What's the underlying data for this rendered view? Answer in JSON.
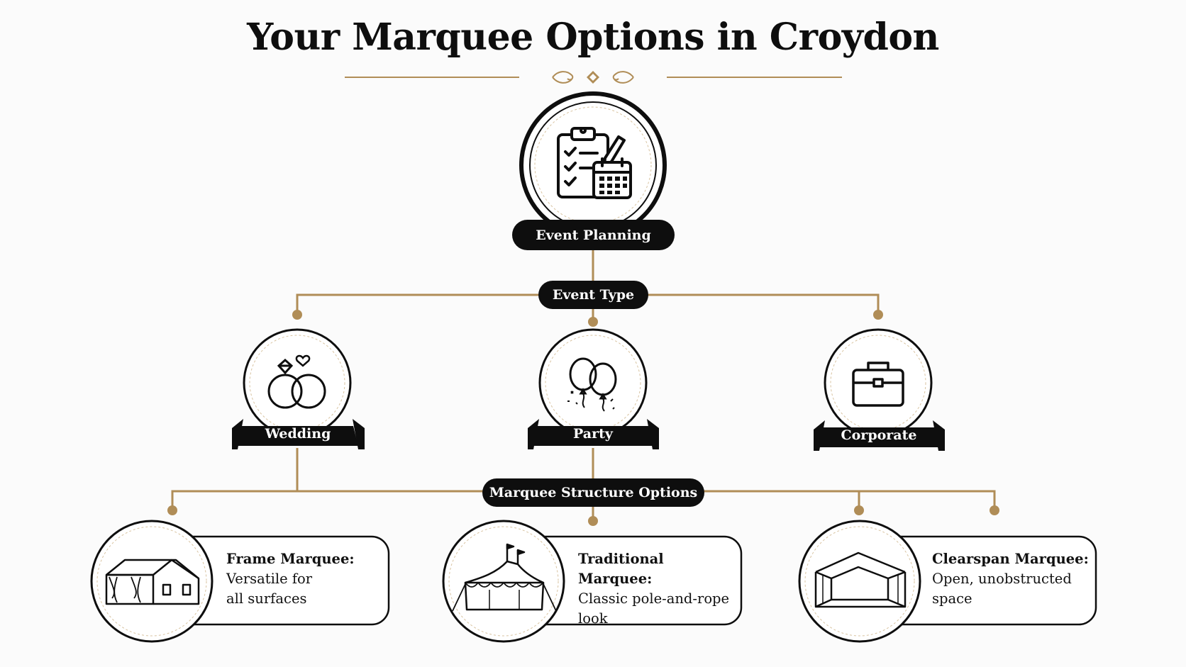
{
  "title": "Your Marquee Options in Croydon",
  "colors": {
    "accent": "#b08d57",
    "ink": "#0e0e0e",
    "background": "#fbfbfb"
  },
  "root": {
    "label": "Event Planning",
    "icon": "clipboard-calendar-icon"
  },
  "event_type": {
    "label": "Event Type"
  },
  "events": [
    {
      "label": "Wedding",
      "icon": "wedding-rings-icon"
    },
    {
      "label": "Party",
      "icon": "balloons-icon"
    },
    {
      "label": "Corporate",
      "icon": "briefcase-icon"
    }
  ],
  "structure": {
    "label": "Marquee Structure Options"
  },
  "marquees": [
    {
      "heading": "Frame Marquee:",
      "line1": "Versatile for",
      "line2": "all surfaces",
      "icon": "frame-tent-icon"
    },
    {
      "heading": "Traditional Marquee:",
      "line1": "Classic pole-and-rope",
      "line2": "look",
      "icon": "pole-tent-icon"
    },
    {
      "heading": "Clearspan Marquee:",
      "line1": "Open, unobstructed",
      "line2": "space",
      "icon": "clearspan-tent-icon"
    }
  ]
}
